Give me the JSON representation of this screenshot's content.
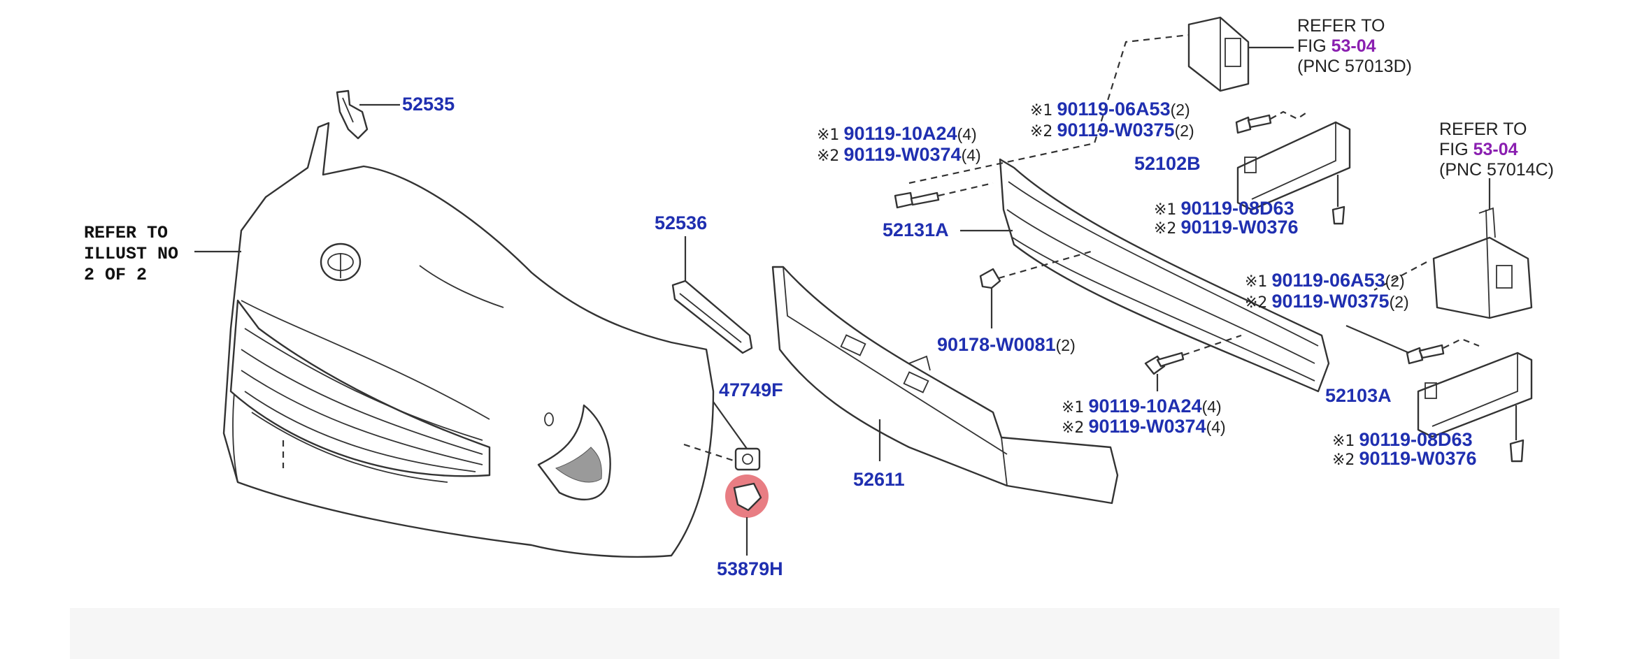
{
  "refers": {
    "illust": [
      "REFER TO",
      "ILLUST NO",
      "2 OF 2"
    ],
    "fig_top": {
      "line1": "REFER TO",
      "fig_prefix": "FIG ",
      "fig": "53-04",
      "pnc": "(PNC 57013D)"
    },
    "fig_right": {
      "line1": "REFER TO",
      "fig_prefix": "FIG ",
      "fig": "53-04",
      "pnc": "(PNC 57014C)"
    }
  },
  "parts": {
    "p52535": "52535",
    "p52536": "52536",
    "p47749F": "47749F",
    "p53879H": "53879H",
    "p52611": "52611",
    "p52131A": "52131A",
    "p90178": "90178-W0081",
    "p90178_qty": "(2)",
    "p52102B": "52102B",
    "p52103A": "52103A"
  },
  "callouts": {
    "c1": {
      "m1": "※1",
      "n1": "90119-10A24",
      "q1": "(4)",
      "m2": "※2",
      "n2": "90119-W0374",
      "q2": "(4)"
    },
    "c2": {
      "m1": "※1",
      "n1": "90119-06A53",
      "q1": "(2)",
      "m2": "※2",
      "n2": "90119-W0375",
      "q2": "(2)"
    },
    "c3": {
      "m1": "※1",
      "n1": "90119-08D63",
      "m2": "※2",
      "n2": "90119-W0376"
    },
    "c4": {
      "m1": "※1",
      "n1": "90119-06A53",
      "q1": "(2)",
      "m2": "※2",
      "n2": "90119-W0375",
      "q2": "(2)"
    },
    "c5": {
      "m1": "※1",
      "n1": "90119-10A24",
      "q1": "(4)",
      "m2": "※2",
      "n2": "90119-W0374",
      "q2": "(4)"
    },
    "c6": {
      "m1": "※1",
      "n1": "90119-08D63",
      "m2": "※2",
      "n2": "90119-W0376"
    }
  },
  "highlight_color": "#e0525a",
  "pnc_color": "#1f2fb0",
  "fig_color": "#8a1fb0"
}
